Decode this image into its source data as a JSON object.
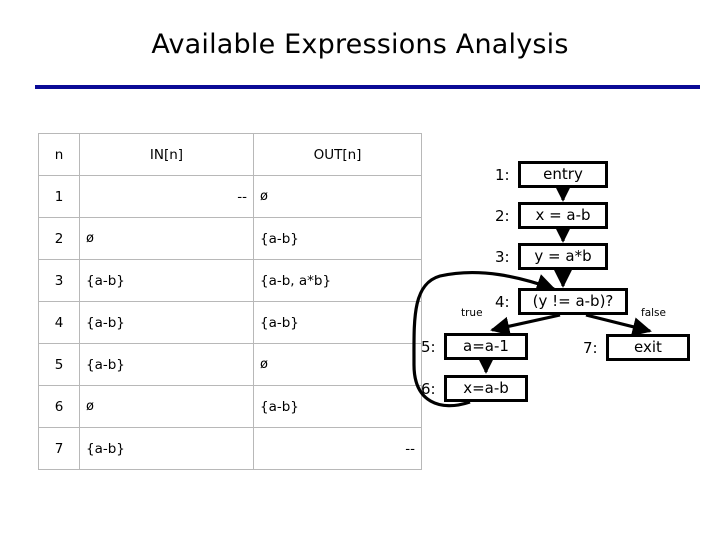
{
  "slide": {
    "title": "Available Expressions Analysis",
    "rule_color": "#0a0a96"
  },
  "table": {
    "headers": [
      "n",
      "IN[n]",
      "OUT[n]"
    ],
    "rows": [
      {
        "n": "1",
        "in": "--",
        "in_align": "right",
        "out": "ø",
        "out_align": "left"
      },
      {
        "n": "2",
        "in": "ø",
        "in_align": "left",
        "out": "{a-b}",
        "out_align": "left"
      },
      {
        "n": "3",
        "in": "{a-b}",
        "in_align": "left",
        "out": "{a-b, a*b}",
        "out_align": "left"
      },
      {
        "n": "4",
        "in": "{a-b}",
        "in_align": "left",
        "out": "{a-b}",
        "out_align": "left"
      },
      {
        "n": "5",
        "in": "{a-b}",
        "in_align": "left",
        "out": "ø",
        "out_align": "left"
      },
      {
        "n": "6",
        "in": "ø",
        "in_align": "left",
        "out": "{a-b}",
        "out_align": "left"
      },
      {
        "n": "7",
        "in": "{a-b}",
        "in_align": "left",
        "out": "--",
        "out_align": "right"
      }
    ]
  },
  "cfg": {
    "nodes": [
      {
        "id": "1",
        "label": "1:",
        "text": "entry"
      },
      {
        "id": "2",
        "label": "2:",
        "text": "x = a-b"
      },
      {
        "id": "3",
        "label": "3:",
        "text": "y = a*b"
      },
      {
        "id": "4",
        "label": "4:",
        "text": "(y != a-b)?"
      },
      {
        "id": "5",
        "label": "5:",
        "text": "a=a-1"
      },
      {
        "id": "6",
        "label": "6:",
        "text": "x=a-b"
      },
      {
        "id": "7",
        "label": "7:",
        "text": "exit"
      }
    ],
    "edge_labels": {
      "true": "true",
      "false": "false"
    }
  }
}
